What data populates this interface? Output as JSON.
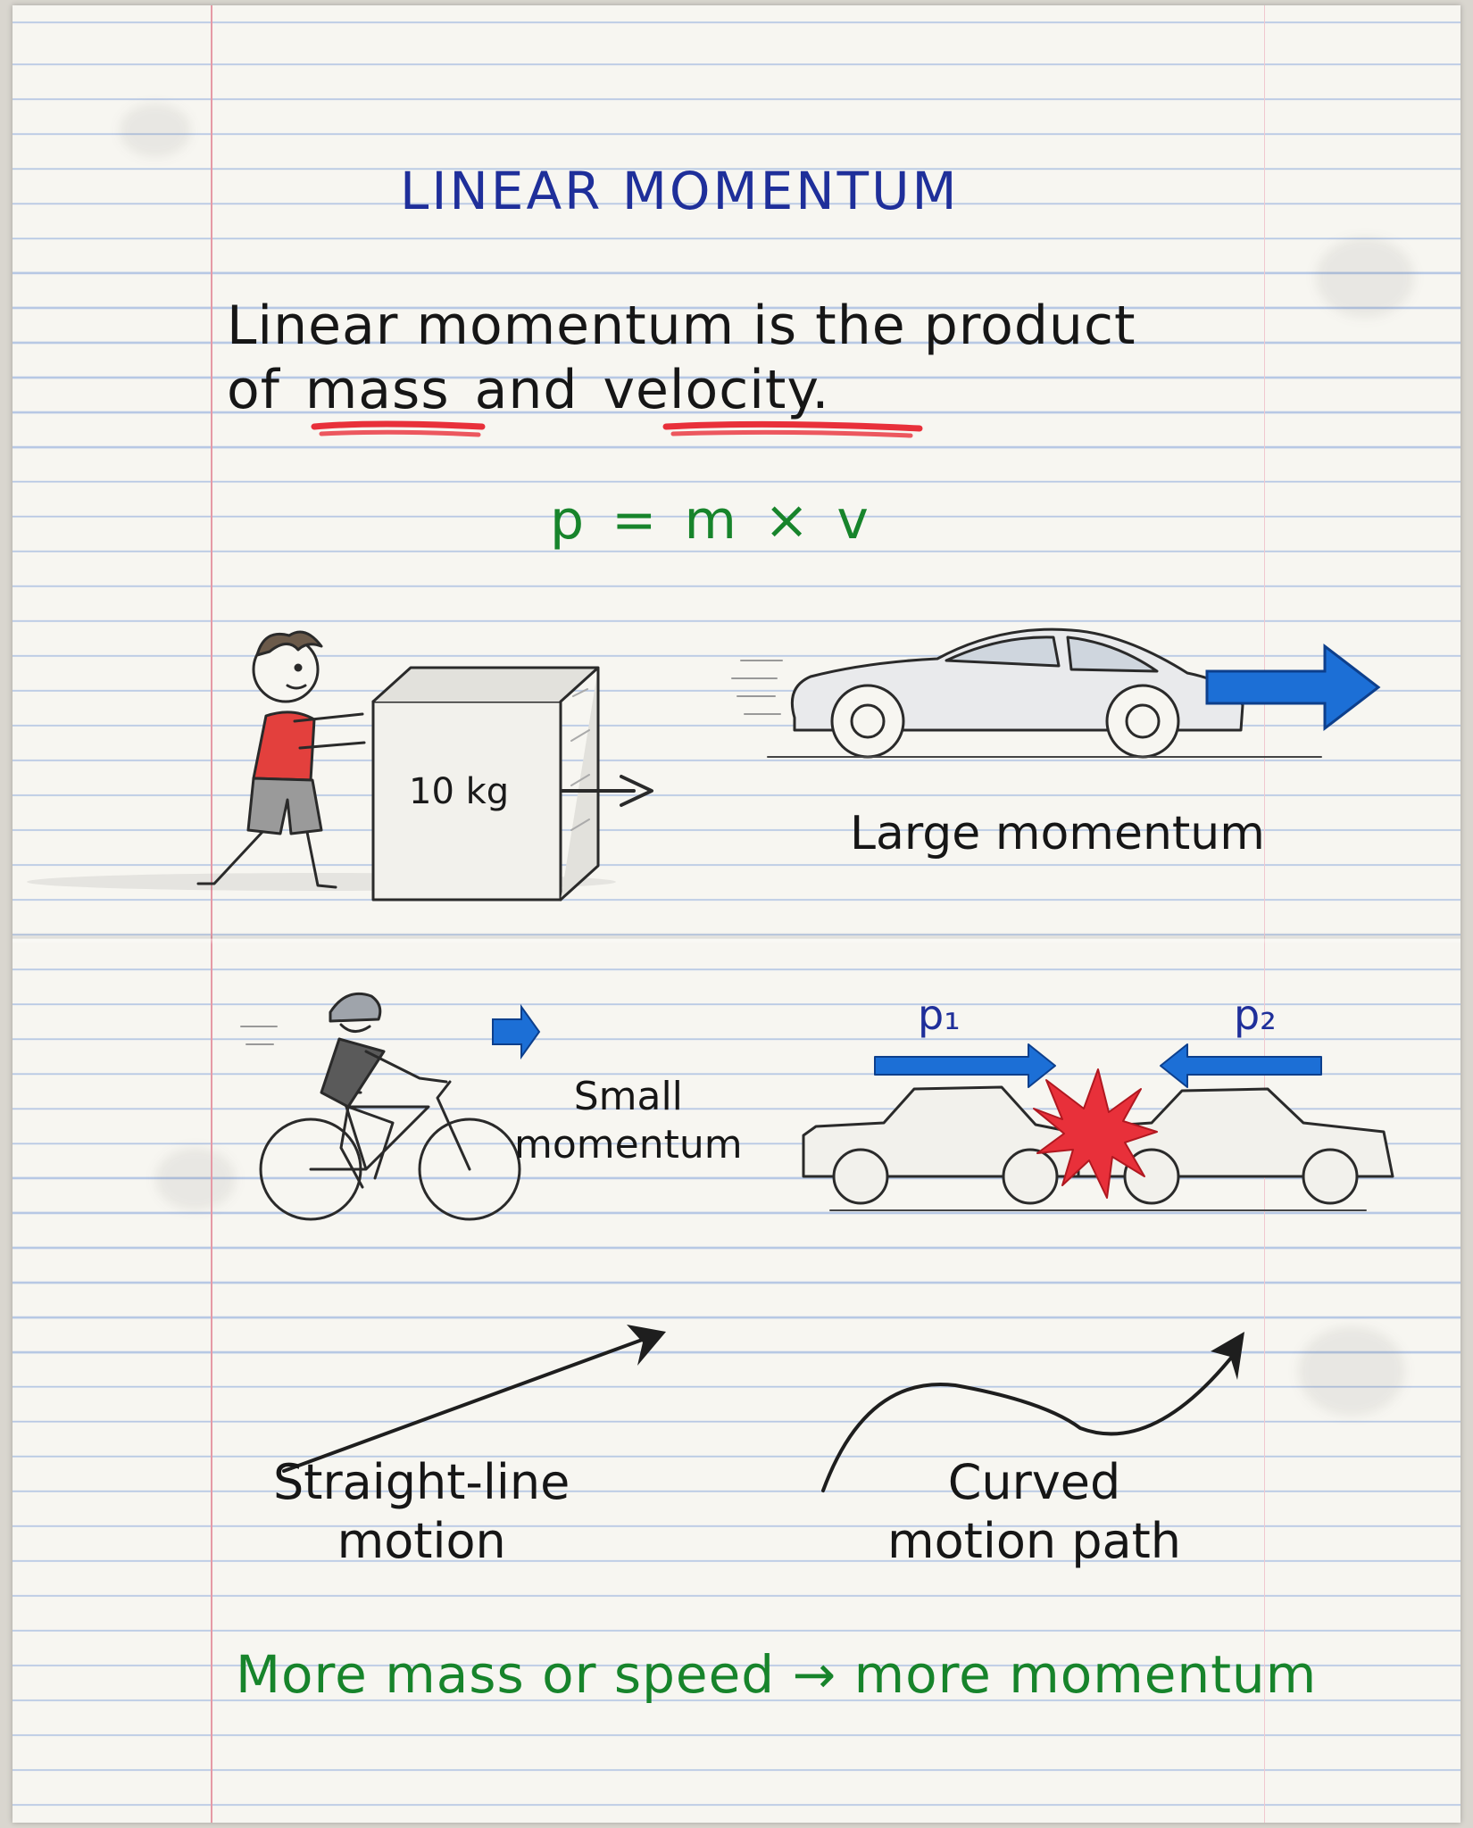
{
  "title": "LINEAR MOMENTUM",
  "definition": {
    "line1": "Linear momentum is the product",
    "line2_words": [
      "of",
      "mass",
      "and",
      "velocity."
    ],
    "highlight_color": "#e8303a"
  },
  "formula": "p = m × v",
  "box_label": "10 kg",
  "large_caption": "Large momentum",
  "small_caption": [
    "Small",
    "momentum"
  ],
  "collision": {
    "p1": "p₁",
    "p2": "p₂"
  },
  "straight_caption": [
    "Straight-line",
    "motion"
  ],
  "curved_caption": [
    "Curved",
    "motion path"
  ],
  "summary": "More mass or speed → more momentum",
  "colors": {
    "ink": "#161616",
    "blue": "#1f2f9a",
    "green": "#17842b",
    "red": "#e8303a",
    "arrow_blue": "#1c6fd6"
  },
  "icons": [
    "boy-pushing-box",
    "sports-car",
    "cyclist",
    "colliding-cars",
    "collision-burst"
  ]
}
